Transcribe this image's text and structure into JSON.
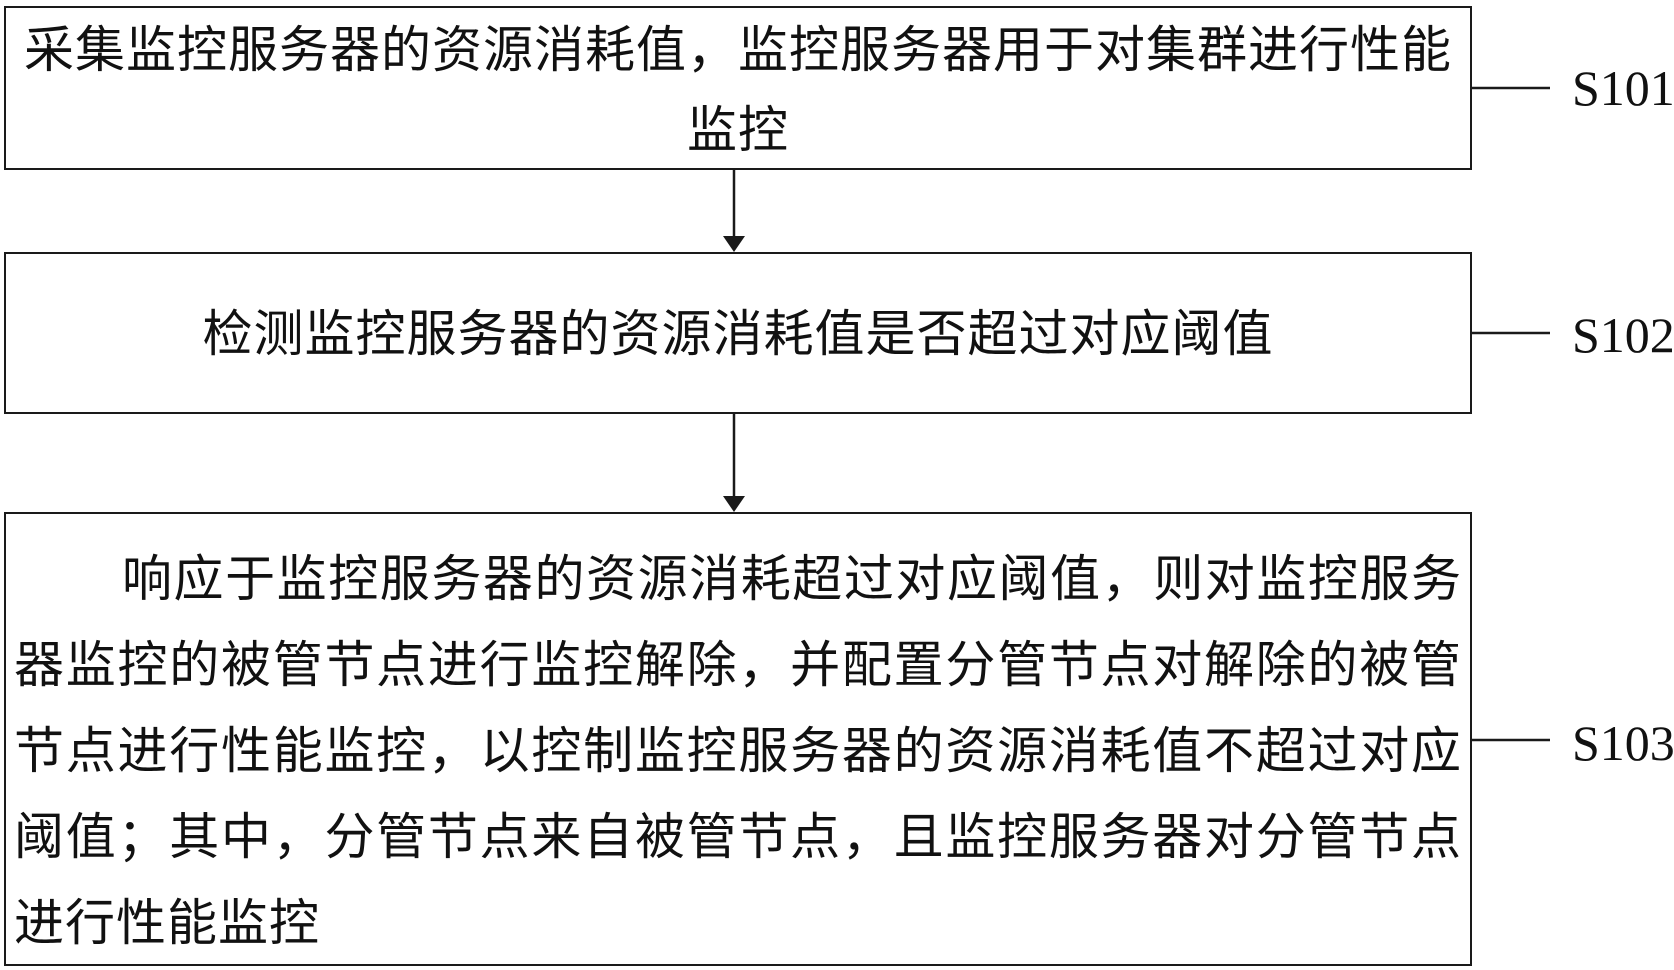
{
  "steps": [
    {
      "id": "S101",
      "text": "采集监控服务器的资源消耗值，监控服务器用于对集群进行性能监控"
    },
    {
      "id": "S102",
      "text": "检测监控服务器的资源消耗值是否超过对应阈值"
    },
    {
      "id": "S103",
      "text": "响应于监控服务器的资源消耗超过对应阈值，则对监控服务器监控的被管节点进行监控解除，并配置分管节点对解除的被管节点进行性能监控，以控制监控服务器的资源消耗值不超过对应阈值；其中，分管节点来自被管节点，且监控服务器对分管节点进行性能监控"
    }
  ],
  "colors": {
    "line": "#1a1a1a",
    "text": "#111111",
    "background": "#ffffff"
  }
}
